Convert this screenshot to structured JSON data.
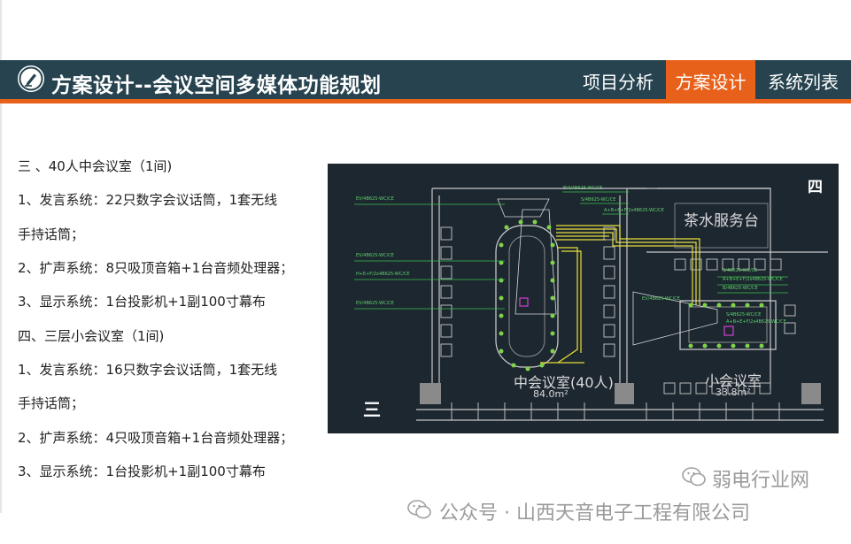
{
  "header": {
    "title": "方案设计--会议空间多媒体功能规划",
    "tabs": [
      {
        "label": "项目分析",
        "active": false
      },
      {
        "label": "方案设计",
        "active": true
      },
      {
        "label": "系统列表",
        "active": false
      }
    ],
    "logo_icon": "pencil-circle-icon",
    "colors": {
      "header_bg": "#26434f",
      "accent": "#e8611a"
    }
  },
  "content": {
    "lines": [
      "三 、40人中会议室（1间)",
      "1、发言系统：22只数字会议话筒，1套无线",
      "手持话筒；",
      "2、扩声系统：8只吸顶音箱+1台音频处理器；",
      "3、显示系统：1台投影机+1副100寸幕布",
      "四、三层小会议室（1间)",
      "1、发言系统：16只数字会议话筒，1套无线",
      "手持话筒；",
      "2、扩声系统：4只吸顶音箱+1台音频处理器；",
      "3、显示系统：1台投影机+1副100寸幕布"
    ]
  },
  "floor_plan": {
    "label_four": "四",
    "label_three": "三",
    "room_mid": "中会议室(40人)",
    "room_mid_area": "84.0m²",
    "room_small": "小会议室",
    "room_small_area": "33.8m²",
    "tea_service": "茶水服务台",
    "cable_labels": [
      "EV/4B625-WC/CE",
      "EV/4B625-WC/CE",
      "H+E+F/2x4B625-WC/CE",
      "EV/4B625-WC/CE",
      "EVI/4B625-WC/CE",
      "S/4B625-WC/CE",
      "A+B+E+F/2x4B625-WC/CE",
      "S/4B625-WC/CE",
      "A+B+E+F/2x4B625-WC/CE",
      "B/4B625-WC/CE",
      "S/4B625-WC/CE",
      "A+B+E+F/2x4B625-WC/CE",
      "EV/4B625-WC/CE"
    ]
  },
  "watermarks": {
    "top": "弱电行业网",
    "bottom": "公众号 · 山西天音电子工程有限公司",
    "icon": "wechat-icon"
  }
}
